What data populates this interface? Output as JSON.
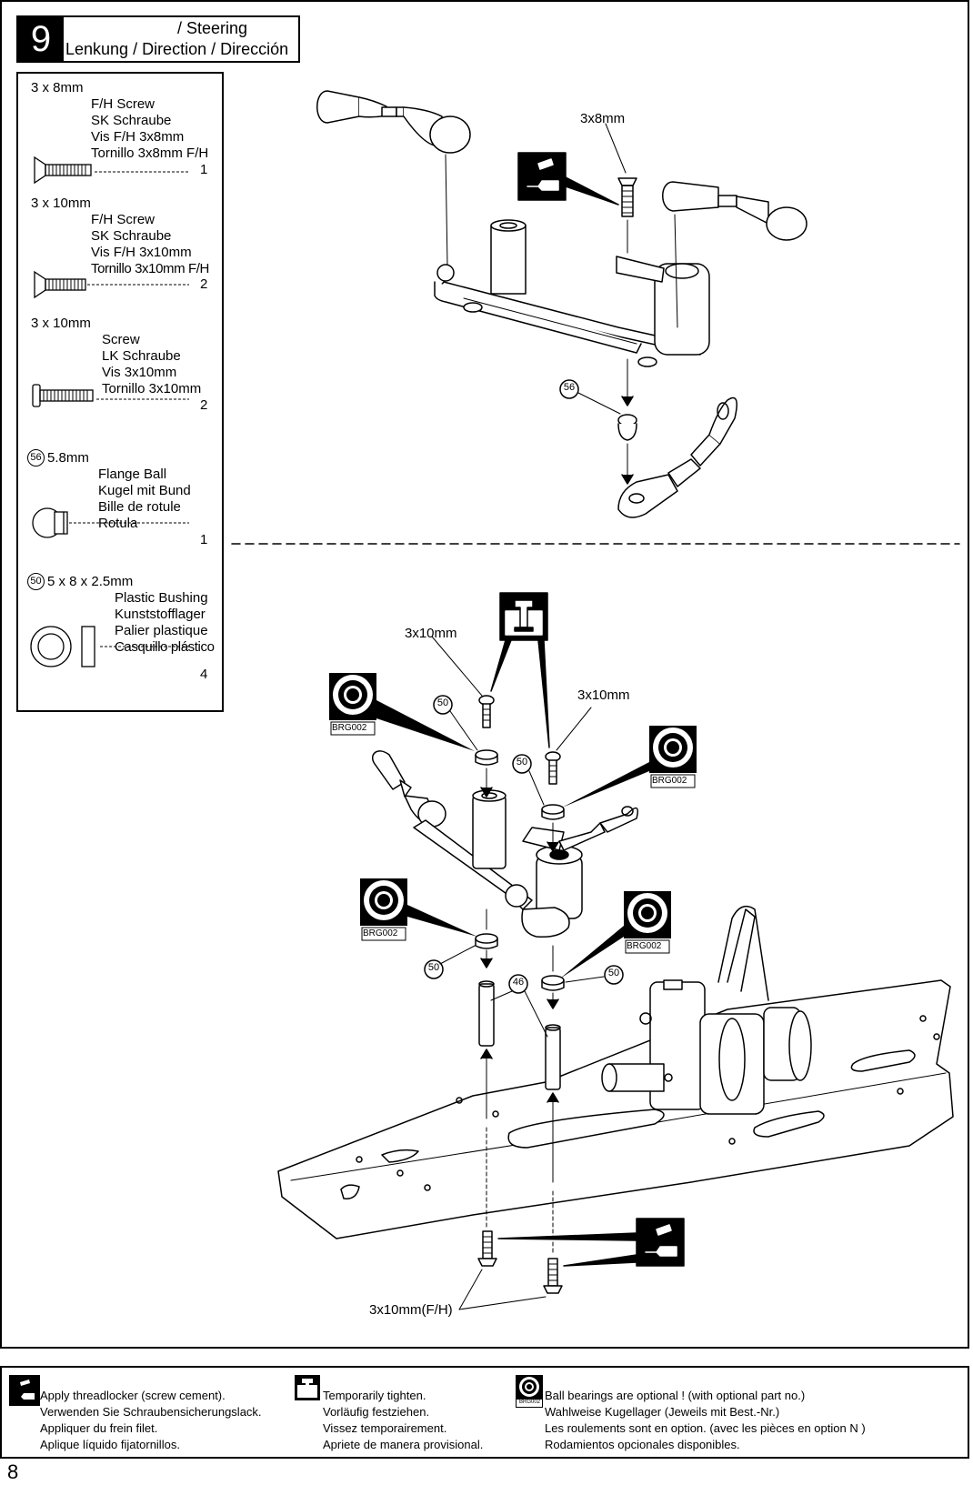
{
  "header": {
    "step_number": "9",
    "title_line1": "/ Steering",
    "title_line2": "Lenkung / Direction / Dirección"
  },
  "parts": [
    {
      "size": "3 x 8mm",
      "names": [
        "F/H Screw",
        "SK Schraube",
        "Vis F/H 3x8mm",
        "Tornillo 3x8mm F/H"
      ],
      "qty": "1"
    },
    {
      "size": "3 x 10mm",
      "names": [
        "F/H Screw",
        "SK Schraube",
        "Vis F/H 3x10mm",
        "Tornillo 3x10mm F/H"
      ],
      "qty": "2"
    },
    {
      "size": "3 x 10mm",
      "names": [
        "Screw",
        "LK Schraube",
        "Vis 3x10mm",
        "Tornillo 3x10mm"
      ],
      "qty": "2"
    },
    {
      "num": "56",
      "size": "5.8mm",
      "names": [
        "Flange Ball",
        "Kugel mit Bund",
        "Bille de rotule",
        "Rotula"
      ],
      "qty": "1"
    },
    {
      "num": "50",
      "size": "5 x 8 x 2.5mm",
      "names": [
        "Plastic Bushing",
        "Kunststofflager",
        "Palier plastique",
        "Casquillo plástico"
      ],
      "qty": "4"
    }
  ],
  "callouts": {
    "top_screw": "3x8mm",
    "ball_num": "56",
    "screw_left": "3x10mm",
    "screw_right": "3x10mm",
    "bottom_screws": "3x10mm(F/H)",
    "bushing_num": "50",
    "post_num": "46",
    "bearing_code": "BRG002"
  },
  "legend": {
    "threadlocker": [
      "Apply threadlocker (screw cement).",
      "Verwenden Sie Schraubensicherungslack.",
      "Appliquer du frein filet.",
      "Aplique líquido fijatornillos."
    ],
    "tighten": [
      "Temporarily tighten.",
      "Vorläufig festziehen.",
      "Vissez temporairement.",
      "Apriete de manera provisional."
    ],
    "bearings": [
      "Ball bearings are optional ! (with optional part no.)",
      "Wahlweise Kugellager (Jeweils mit Best.-Nr.)",
      "Les roulements sont en option. (avec les pièces en option N )",
      "Rodamientos opcionales disponibles."
    ],
    "bearing_icon_code": "BRG002"
  },
  "page_number": "8"
}
